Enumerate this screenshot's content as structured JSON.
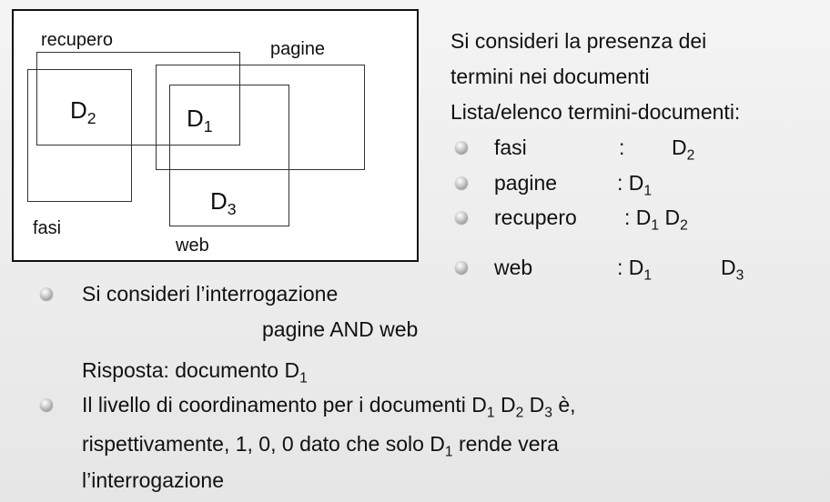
{
  "diagram": {
    "labels": {
      "recupero": "recupero",
      "pagine": "pagine",
      "fasi": "fasi",
      "web": "web"
    },
    "docs": {
      "d2": {
        "letter": "D",
        "sub": "2"
      },
      "d1": {
        "letter": "D",
        "sub": "1"
      },
      "d3": {
        "letter": "D",
        "sub": "3"
      }
    }
  },
  "right": {
    "line1": "Si consideri la presenza dei",
    "line2": "termini nei documenti",
    "line3": "Lista/elenco termini-documenti:",
    "terms": [
      {
        "term": "fasi",
        "colon": ":",
        "docs": [
          {
            "letter": "D",
            "sub": "2"
          }
        ]
      },
      {
        "term": "pagine",
        "colon": ":",
        "docs": [
          {
            "letter": "D",
            "sub": "1"
          }
        ]
      },
      {
        "term": "recupero",
        "colon": ":",
        "docs": [
          {
            "letter": "D",
            "sub": "1"
          },
          {
            "letter": "D",
            "sub": "2"
          }
        ]
      },
      {
        "term": "web",
        "colon": ":",
        "docs": [
          {
            "letter": "D",
            "sub": "1"
          },
          {
            "letter": "D",
            "sub": "3"
          }
        ]
      }
    ]
  },
  "bottom": {
    "query_intro": "Si consideri l’interrogazione",
    "query": "pagine AND web",
    "answer_prefix": "Risposta: documento D",
    "answer_sub": "1",
    "coord": {
      "part1": "Il livello di coordinamento per i documenti D",
      "s1": "1",
      "mid1": " D",
      "s2": "2",
      "mid2": " D",
      "s3": "3",
      "end1": " è,",
      "line2a": "rispettivamente, 1, 0, 0 dato che solo D",
      "line2sub": "1",
      "line2b": " rende vera",
      "line3": "l’interrogazione"
    }
  }
}
